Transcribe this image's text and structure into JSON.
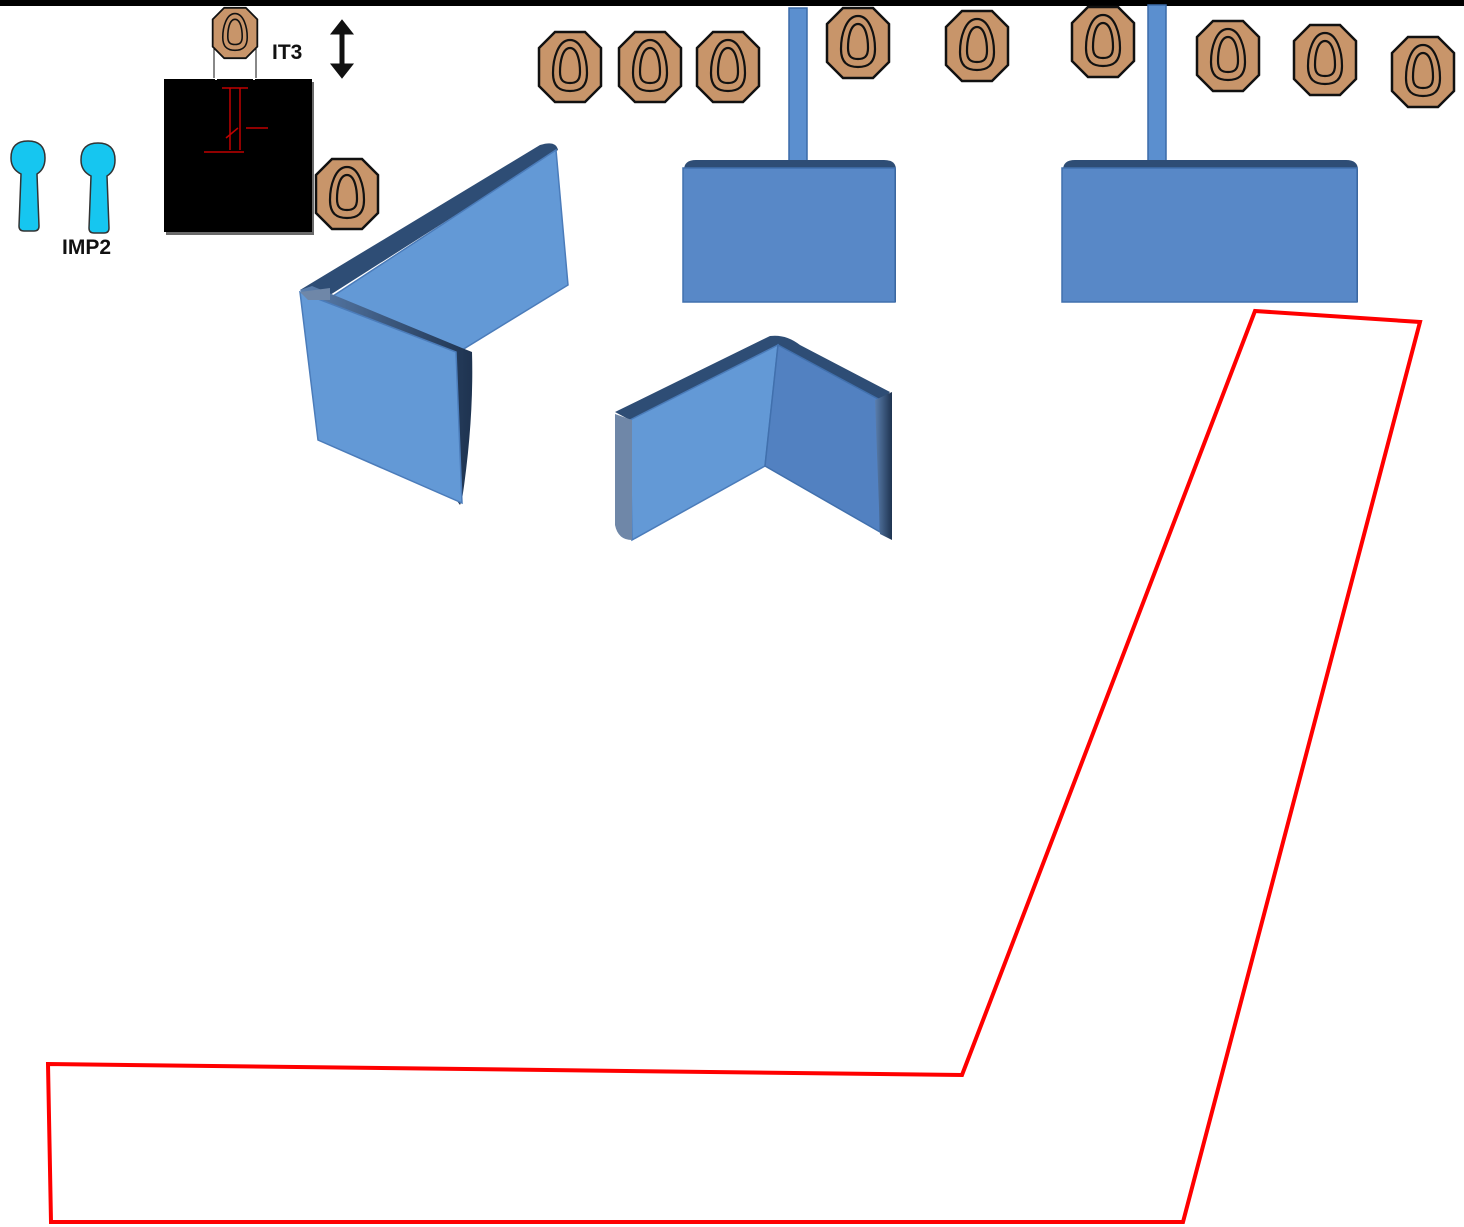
{
  "labels": {
    "moving_target": "IT3",
    "no_shoot_targets": "IMP2"
  },
  "colors": {
    "background": "#ffffff",
    "top_bar": "#000000",
    "steel_target": "#c8956a",
    "steel_outline": "#111111",
    "barrier_front": "#5b8fcf",
    "barrier_edge": "#2e4d75",
    "barrier_post": "#5b8fcf",
    "no_shoot": "#16c6f0",
    "mover_box": "#000000",
    "mover_mechanism": "#c00000",
    "shooting_box_outline": "#ff0000",
    "arrow": "#111111"
  },
  "icons": {
    "steel_target": "octagon-steel-target-icon",
    "no_shoot": "popper-no-shoot-icon",
    "movement": "double-headed-vertical-arrow-icon"
  },
  "counts": {
    "steel_targets_top_row": 9,
    "steel_targets_near_mover": 2,
    "no_shoot_poppers": 2
  }
}
